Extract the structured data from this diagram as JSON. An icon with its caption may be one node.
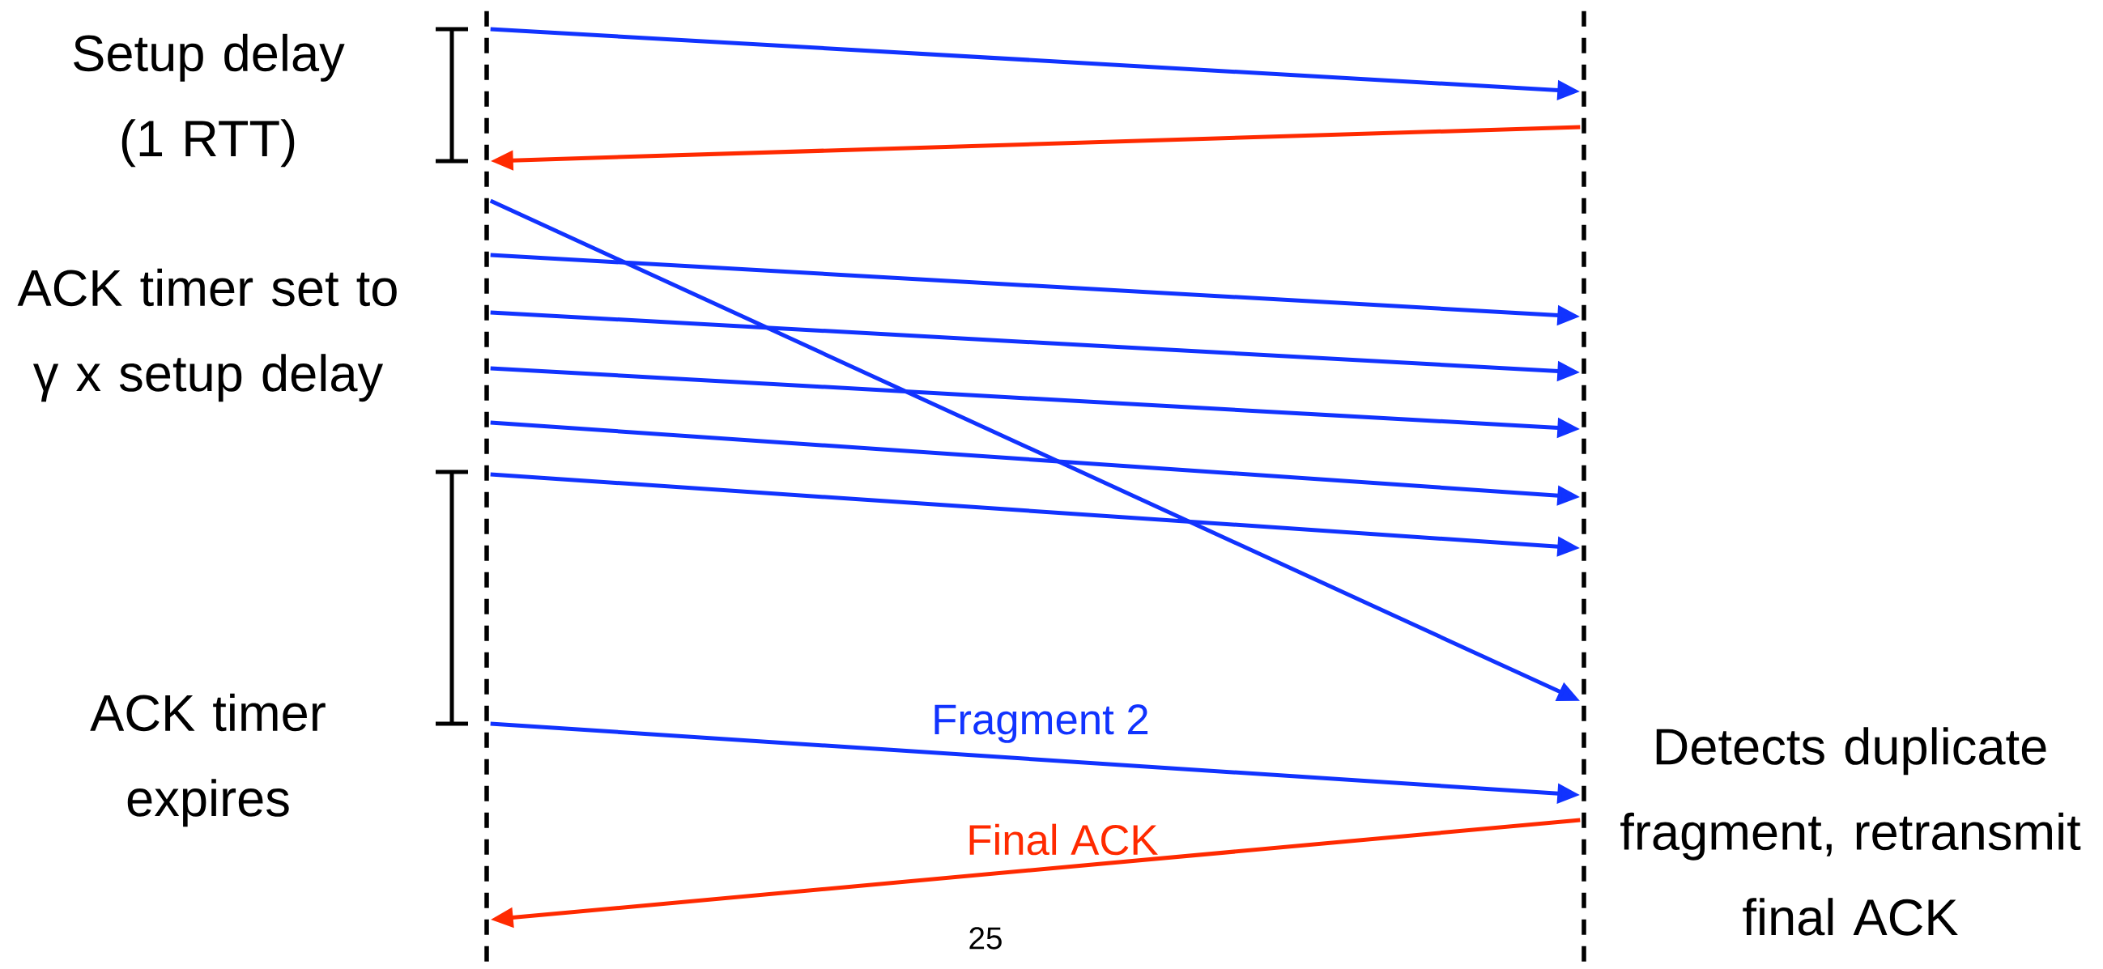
{
  "diagram": {
    "nodes": [
      {
        "text": [],
        "shape": "line"
      },
      {
        "text": [],
        "shape": "line"
      }
    ],
    "edges": [
      {
        "from": 0,
        "to": 1,
        "arrow": "to"
      },
      {
        "from": 1,
        "to": 0,
        "arrow": "to",
        "color": "#ff2a00"
      },
      {
        "from": 0,
        "to": 1,
        "arrow": "to"
      },
      {
        "from": 0,
        "to": 1,
        "arrow": "to"
      },
      {
        "from": 0,
        "to": 1,
        "arrow": "to"
      },
      {
        "from": 0,
        "to": 1,
        "arrow": "to"
      },
      {
        "from": 0,
        "to": 1,
        "arrow": "to"
      },
      {
        "from": 0,
        "to": 1,
        "arrow": "to"
      },
      {
        "from": 0,
        "to": 1,
        "arrow": "to",
        "label": "Fragment 2"
      },
      {
        "from": 1,
        "to": 0,
        "arrow": "to",
        "color": "#ff2a00",
        "label": "Final ACK"
      }
    ],
    "labels": [
      "Setup delay (1 RTT)",
      "ACK timer set to γ x setup delay",
      "ACK timer expires",
      "Detects duplicate fragment, retransmit final ACK",
      "25"
    ]
  }
}
